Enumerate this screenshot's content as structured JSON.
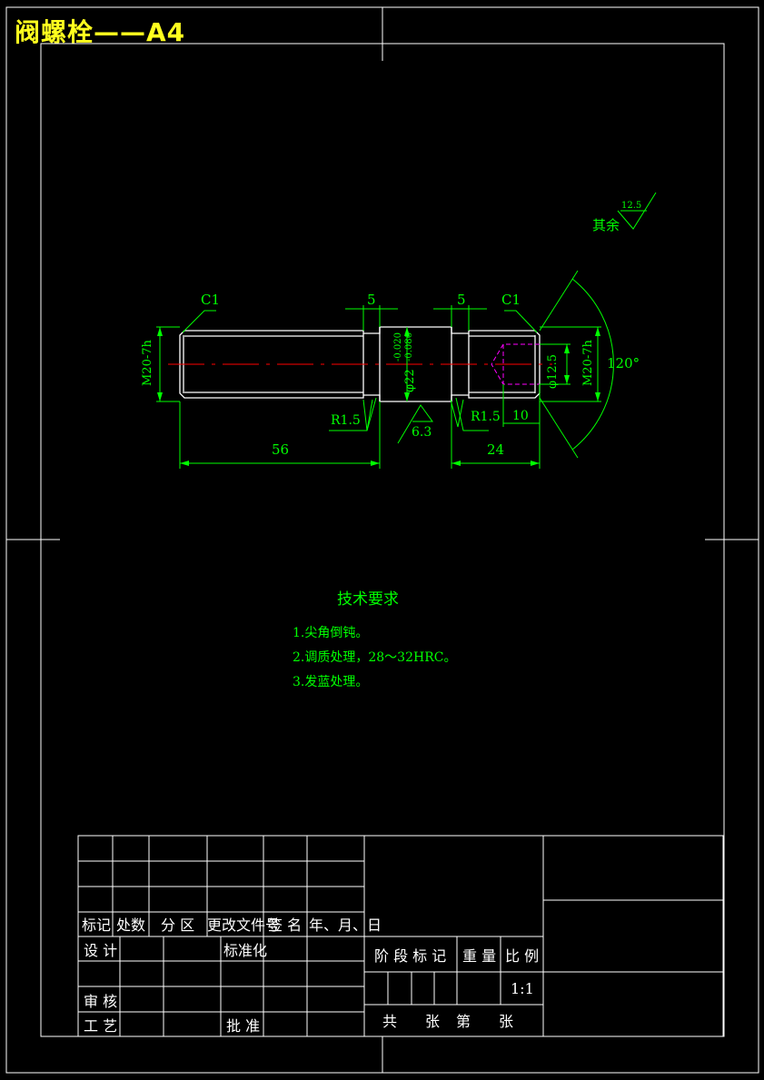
{
  "title": "阀螺栓——A4",
  "colors": {
    "background": "#000000",
    "frame": "#ffffff",
    "geometry": "#ffffff",
    "dimension": "#00ff00",
    "centerline": "#ff0000",
    "hidden": "#ff00ff",
    "title": "#ffff1e"
  },
  "drawing": {
    "chamfer_left": "C1",
    "chamfer_right": "C1",
    "groove_left_width": "5",
    "groove_right_width": "5",
    "thread_left": "M20-7h",
    "thread_right": "M20-7h",
    "shaft_dia": "φ22",
    "tol_upper": "-0.020",
    "tol_lower": "-0.086",
    "hole_dia": "φ12.5",
    "fillet_left": "R1.5",
    "fillet_right": "R1.5",
    "roughness": "6.3",
    "hole_depth": "10",
    "len_left": "56",
    "len_right": "24",
    "cone_angle": "120°",
    "rest_roughness_value": "12.5",
    "rest_label": "其余"
  },
  "notes": {
    "heading": "技术要求",
    "items": [
      "1.尖角倒钝。",
      "2.调质处理，28～32HRC。",
      "3.发蓝处理。"
    ]
  },
  "title_block": {
    "rev_headers": [
      "标记",
      "处数",
      "分 区",
      "更改文件号",
      "签 名",
      "年、月、日"
    ],
    "design": "设 计",
    "standardize": "标准化",
    "review": "审 核",
    "process": "工 艺",
    "approve": "批 准",
    "stage_mark": "阶 段 标 记",
    "weight": "重 量",
    "scale": "比 例",
    "scale_value": "1:1",
    "sheets_total": "共",
    "sheet_unit_1": "张",
    "sheet_no": "第",
    "sheet_unit_2": "张"
  }
}
